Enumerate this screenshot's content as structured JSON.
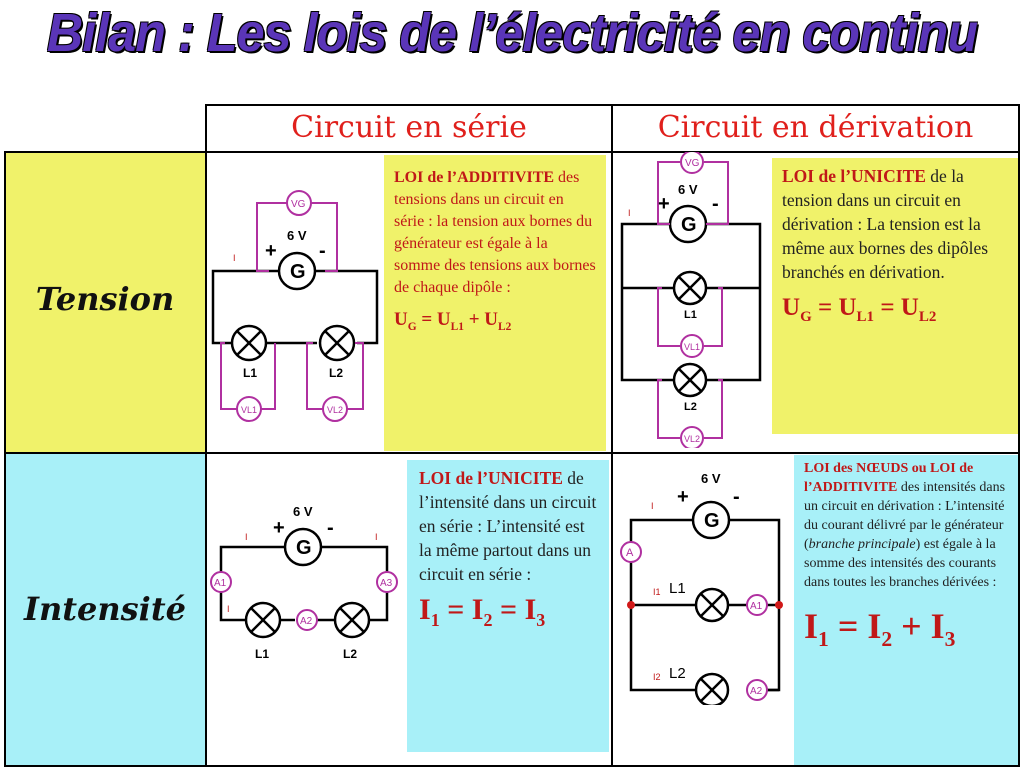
{
  "title": "Bilan : Les lois de l’électricité en continu",
  "columns": {
    "serie": "Circuit en série",
    "derivation": "Circuit en dérivation"
  },
  "rows": {
    "tension": "Tension",
    "intensite": "Intensité"
  },
  "colors": {
    "title": "#5a35b8",
    "yellow": "#f0f26a",
    "cyan": "#a8f0f8",
    "red": "#c01818",
    "purple": "#b030a0",
    "wire": "#000000"
  },
  "tension_serie": {
    "heading": "LOI de l’ADDITIVITE",
    "text": "des tensions dans un circuit en série : la tension aux bornes du générateur est égale à la somme des tensions aux bornes de chaque dipôle :",
    "formula": {
      "a": "U",
      "a_sub": "G",
      "eq": " = U",
      "b_sub": "L1",
      "plus": " + U",
      "c_sub": "L2"
    }
  },
  "tension_derivation": {
    "heading": "LOI de l’UNICITE",
    "text": "de la tension dans un circuit en dérivation : La tension est la même aux bornes des dipôles branchés en dérivation.",
    "formula": {
      "a": "U",
      "a_sub": "G",
      "eq": " = U",
      "b_sub": "L1",
      "eq2": " = U",
      "c_sub": "L2"
    }
  },
  "intensite_serie": {
    "heading": "LOI de l’UNICITE",
    "text": "de l’intensité dans un circuit en série : L’intensité est la même partout dans un circuit en série :",
    "formula": {
      "a": "I",
      "a_sub": "1",
      "eq": " = I",
      "b_sub": "2",
      "eq2": " = I",
      "c_sub": "3"
    }
  },
  "intensite_derivation": {
    "heading": "LOI des NŒUDS ou LOI de l’ADDITIVITE",
    "text1": "des intensités dans un circuit en dérivation : L’intensité du courant délivré par le générateur (",
    "italic": "branche principale",
    "text2": ") est égale à la somme des intensités des courants dans toutes les branches dérivées :",
    "formula": {
      "a": "I",
      "a_sub": "1",
      "eq": " = I",
      "b_sub": "2",
      "plus": " + I",
      "c_sub": "3"
    }
  },
  "circuit_labels": {
    "voltage": "6 V",
    "gen": "G",
    "plus": "+",
    "minus": "-",
    "vg": "VG",
    "vl1": "VL1",
    "vl2": "VL2",
    "l1": "L1",
    "l2": "L2",
    "a": "A",
    "a1": "A1",
    "a2": "A2",
    "a3": "A3",
    "i": "I",
    "i1": "I1",
    "i2": "I2"
  }
}
